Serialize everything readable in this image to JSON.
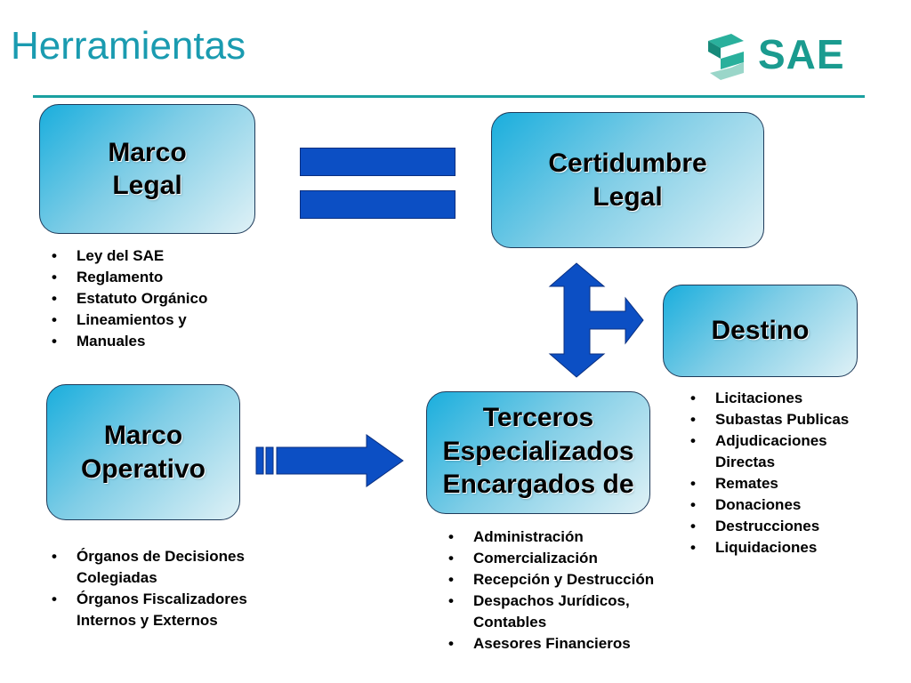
{
  "header": {
    "title": "Herramientas",
    "logo_text": "SAE"
  },
  "boxes": {
    "marco_legal": [
      "Marco",
      "Legal"
    ],
    "certidumbre": [
      "Certidumbre",
      "Legal"
    ],
    "destino": [
      "Destino"
    ],
    "marco_operativo": [
      "Marco",
      "Operativo"
    ],
    "terceros": [
      "Terceros",
      "Especializados",
      "Encargados de"
    ]
  },
  "lists": {
    "marco_legal": [
      "Ley del SAE",
      "Reglamento",
      "Estatuto Orgánico",
      "Lineamientos y",
      "Manuales"
    ],
    "marco_operativo": [
      "Órganos de Decisiones Colegiadas",
      " Órganos Fiscalizadores Internos y Externos"
    ],
    "terceros": [
      "Administración",
      "Comercialización",
      "Recepción y Destrucción",
      "Despachos Jurídicos, Contables",
      "Asesores Financieros"
    ],
    "destino": [
      "Licitaciones",
      "Subastas Publicas",
      "Adjudicaciones Directas",
      "Remates",
      "Donaciones",
      "Destrucciones",
      "Liquidaciones"
    ]
  },
  "colors": {
    "accent": "#1a9bb0",
    "arrow": "#0c4fc4",
    "logo": "#1a9b8f"
  }
}
